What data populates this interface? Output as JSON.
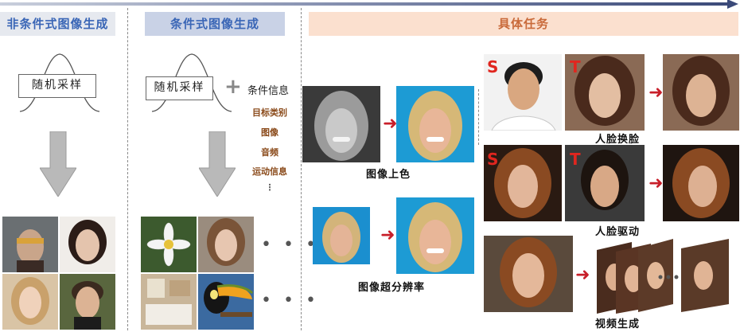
{
  "headers": {
    "unconditional": "非条件式图像生成",
    "conditional": "条件式图像生成",
    "tasks": "具体任务"
  },
  "left": {
    "sampling": "随机采样"
  },
  "middle": {
    "sampling": "随机采样",
    "plus": "+",
    "condition_title": "条件信息",
    "condition_items": [
      "目标类别",
      "图像",
      "音频",
      "运动信息",
      "⋮"
    ],
    "dots": "• • •"
  },
  "tasks": {
    "colorization": "图像上色",
    "super_resolution": "图像超分辨率",
    "face_swap": "人脸换脸",
    "face_reenactment": "人脸驱动",
    "video_generation": "视频生成",
    "source_mark": "S",
    "target_mark": "T"
  },
  "colors": {
    "header_blue_text": "#3a66b6",
    "header_orange_text": "#c96a3a",
    "arrow_red": "#c81f2a",
    "st_red": "#e0261f",
    "gray_arrow": "#b9b9b9"
  }
}
